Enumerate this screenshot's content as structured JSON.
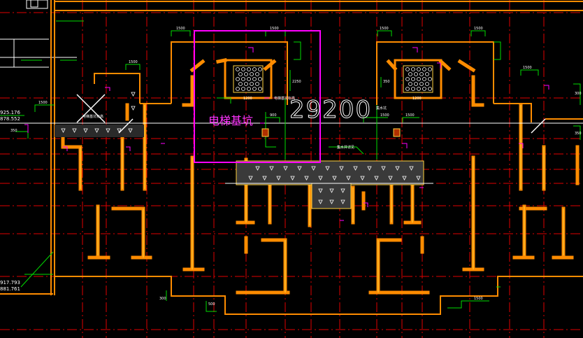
{
  "drawing": {
    "annotation_label": "电梯基坑",
    "big_dimension": "29200",
    "elevations_left": [
      "925.176",
      "878.552",
      "917.793",
      "881.761"
    ],
    "dims": {
      "d1500_a": "1500",
      "d1500_b": "1500",
      "d1500_c": "1500",
      "d1500_d": "1500",
      "d1500_e": "1500",
      "d1500_f": "1500",
      "d1500_g": "1500",
      "d1500_h": "1500",
      "d1200_a": "1200",
      "d1200_b": "1200",
      "d1500_left": "1500",
      "d900": "900",
      "d500": "500",
      "d2250": "2250",
      "d1500_bottom": "1500"
    },
    "small_notes": [
      "电梯基坑标高",
      "集水坑",
      "集水井详见",
      "电梯基坑标高"
    ]
  },
  "colors": {
    "background": "#000000",
    "grid_red": "#ff0000",
    "wall_orange": "#ff8c00",
    "wall_inner": "#ffd23f",
    "green": "#00ff00",
    "magenta": "#ff00ff",
    "white": "#ffffff"
  }
}
